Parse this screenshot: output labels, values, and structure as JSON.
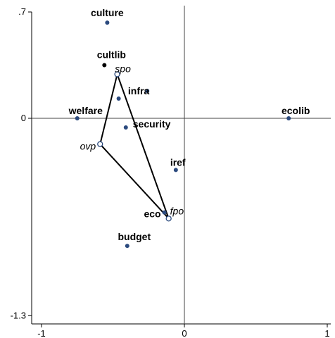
{
  "chart_data": {
    "type": "scatter",
    "xlim": [
      -1,
      1
    ],
    "ylim": [
      -1.3,
      0.7
    ],
    "x_ticks": [
      {
        "value": -1,
        "label": "-1"
      },
      {
        "value": 0,
        "label": "0"
      },
      {
        "value": 1,
        "label": "1"
      }
    ],
    "y_ticks": [
      {
        "value": 0.7,
        "label": ".7"
      },
      {
        "value": 0,
        "label": "0"
      },
      {
        "value": -1.3,
        "label": "-1.3"
      }
    ],
    "grid": false,
    "reference_lines": {
      "x": 0,
      "y": 0
    },
    "points": [
      {
        "label": "culture",
        "x": -0.54,
        "y": 0.63,
        "style": "navy"
      },
      {
        "label": "cultlib",
        "x": -0.56,
        "y": 0.35,
        "style": "black"
      },
      {
        "label": "infra",
        "x": -0.26,
        "y": 0.18,
        "style": "navy"
      },
      {
        "label": "welfare",
        "x": -0.75,
        "y": 0.0,
        "style": "navy"
      },
      {
        "label": "security",
        "x": -0.41,
        "y": -0.06,
        "style": "navy"
      },
      {
        "label": "ecolib",
        "x": 0.73,
        "y": 0.0,
        "style": "navy"
      },
      {
        "label": "iref",
        "x": -0.06,
        "y": -0.34,
        "style": "navy"
      },
      {
        "label": "eco",
        "x": -0.14,
        "y": -0.62,
        "style": "navy"
      },
      {
        "label": "budget",
        "x": -0.4,
        "y": -0.84,
        "style": "navy"
      },
      {
        "label": "",
        "x": -0.46,
        "y": 0.13,
        "style": "navy"
      }
    ],
    "parties": [
      {
        "label": "spo",
        "x": -0.47,
        "y": 0.29
      },
      {
        "label": "ovp",
        "x": -0.59,
        "y": -0.17
      },
      {
        "label": "fpo",
        "x": -0.11,
        "y": -0.66
      }
    ],
    "polygon": [
      "spo",
      "fpo",
      "ovp"
    ],
    "colors": {
      "point": "#2b4a7e",
      "point_alt": "#000000",
      "axis": "#000000",
      "polygon": "#000000"
    }
  }
}
